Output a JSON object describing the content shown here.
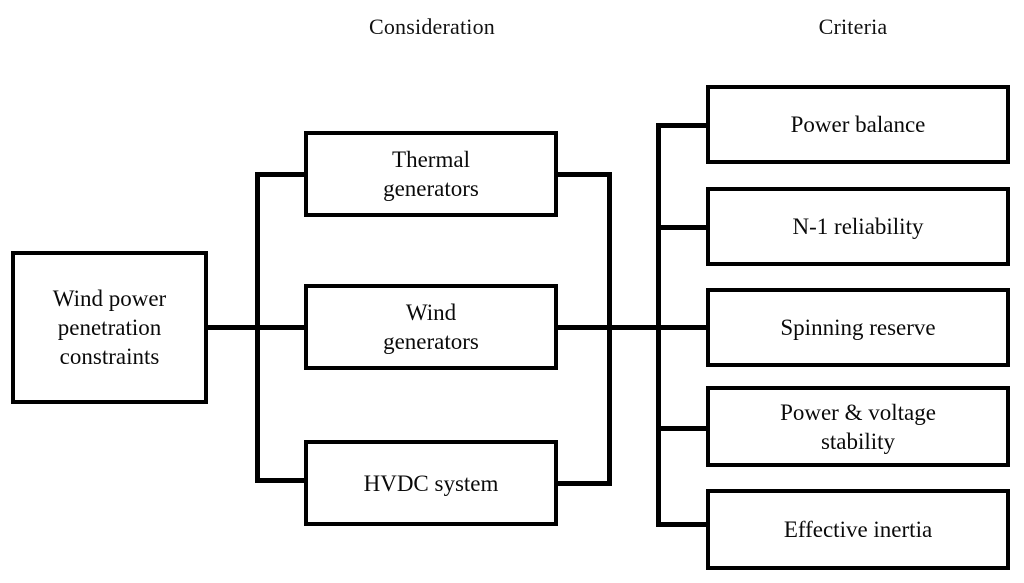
{
  "diagram": {
    "title": "Wind power penetration constraints",
    "type": "flow-tree",
    "headers": [
      {
        "id": "consideration",
        "label": "Consideration"
      },
      {
        "id": "criteria",
        "label": "Criteria"
      }
    ],
    "root": {
      "id": "wind-power-penetration-constraints",
      "label": "Wind power\npenetration\nconstraints"
    },
    "considerations": [
      {
        "id": "thermal-generators",
        "label": "Thermal\ngenerators"
      },
      {
        "id": "wind-generators",
        "label": "Wind\ngenerators"
      },
      {
        "id": "hvdc-system",
        "label": "HVDC system"
      }
    ],
    "criteria": [
      {
        "id": "power-balance",
        "label": "Power balance"
      },
      {
        "id": "n-1-reliability",
        "label": "N-1 reliability"
      },
      {
        "id": "spinning-reserve",
        "label": "Spinning reserve"
      },
      {
        "id": "power-voltage-stability",
        "label": "Power & voltage\nstability"
      },
      {
        "id": "effective-inertia",
        "label": "Effective inertia"
      }
    ],
    "colors": {
      "stroke": "#000000",
      "fill": "#ffffff",
      "text": "#000000"
    }
  }
}
